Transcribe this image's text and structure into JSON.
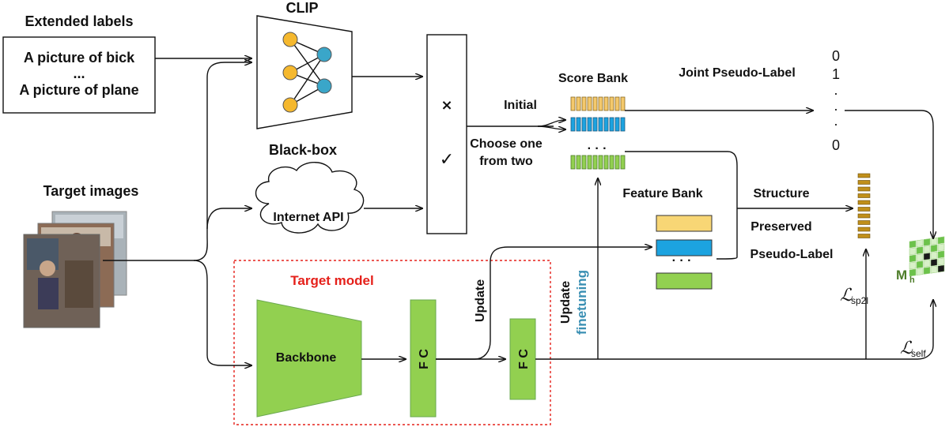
{
  "extended_labels": {
    "title": "Extended labels",
    "line1": "A picture of bick",
    "ellipsis": "...",
    "line2": "A picture of plane"
  },
  "clip": {
    "title": "CLIP"
  },
  "blackbox": {
    "title": "Black-box",
    "api_label": "Internet API"
  },
  "target_images": {
    "title": "Target images"
  },
  "selector": {
    "cross": "×",
    "check": "✓"
  },
  "flow": {
    "initial": "Initial",
    "choose_line1": "Choose one",
    "choose_line2": "from two"
  },
  "score_bank": {
    "title": "Score Bank",
    "dots": "· · ·"
  },
  "joint_pseudo_label": {
    "title": "Joint Pseudo-Label",
    "values": [
      "0",
      "1",
      "·",
      "·",
      "·",
      "0"
    ]
  },
  "feature_bank": {
    "title": "Feature Bank",
    "dots": "· · ·"
  },
  "structure_label": {
    "line1": "Structure",
    "line2": "Preserved",
    "line3": "Pseudo-Label"
  },
  "target_model": {
    "title": "Target model",
    "backbone": "Backbone",
    "fc1": "F C",
    "fc2": "F C",
    "update_label": "Update",
    "update2_label": "Update",
    "finetuning_label": "finetuning"
  },
  "losses": {
    "sp2l_symbol": "ℒ",
    "sp2l_sub": "sp2l",
    "self_symbol": "ℒ",
    "self_sub": "self"
  },
  "matrix": {
    "symbol": "M",
    "sub": "h"
  },
  "colors": {
    "green": "#92d050",
    "green_dark": "#6aa84f",
    "orange": "#f4c96c",
    "blue": "#1ca3e0",
    "node_yellow": "#f5b82e",
    "node_blue": "#3aa6c9",
    "red": "#e5201a",
    "brown": "#c08f1a"
  }
}
